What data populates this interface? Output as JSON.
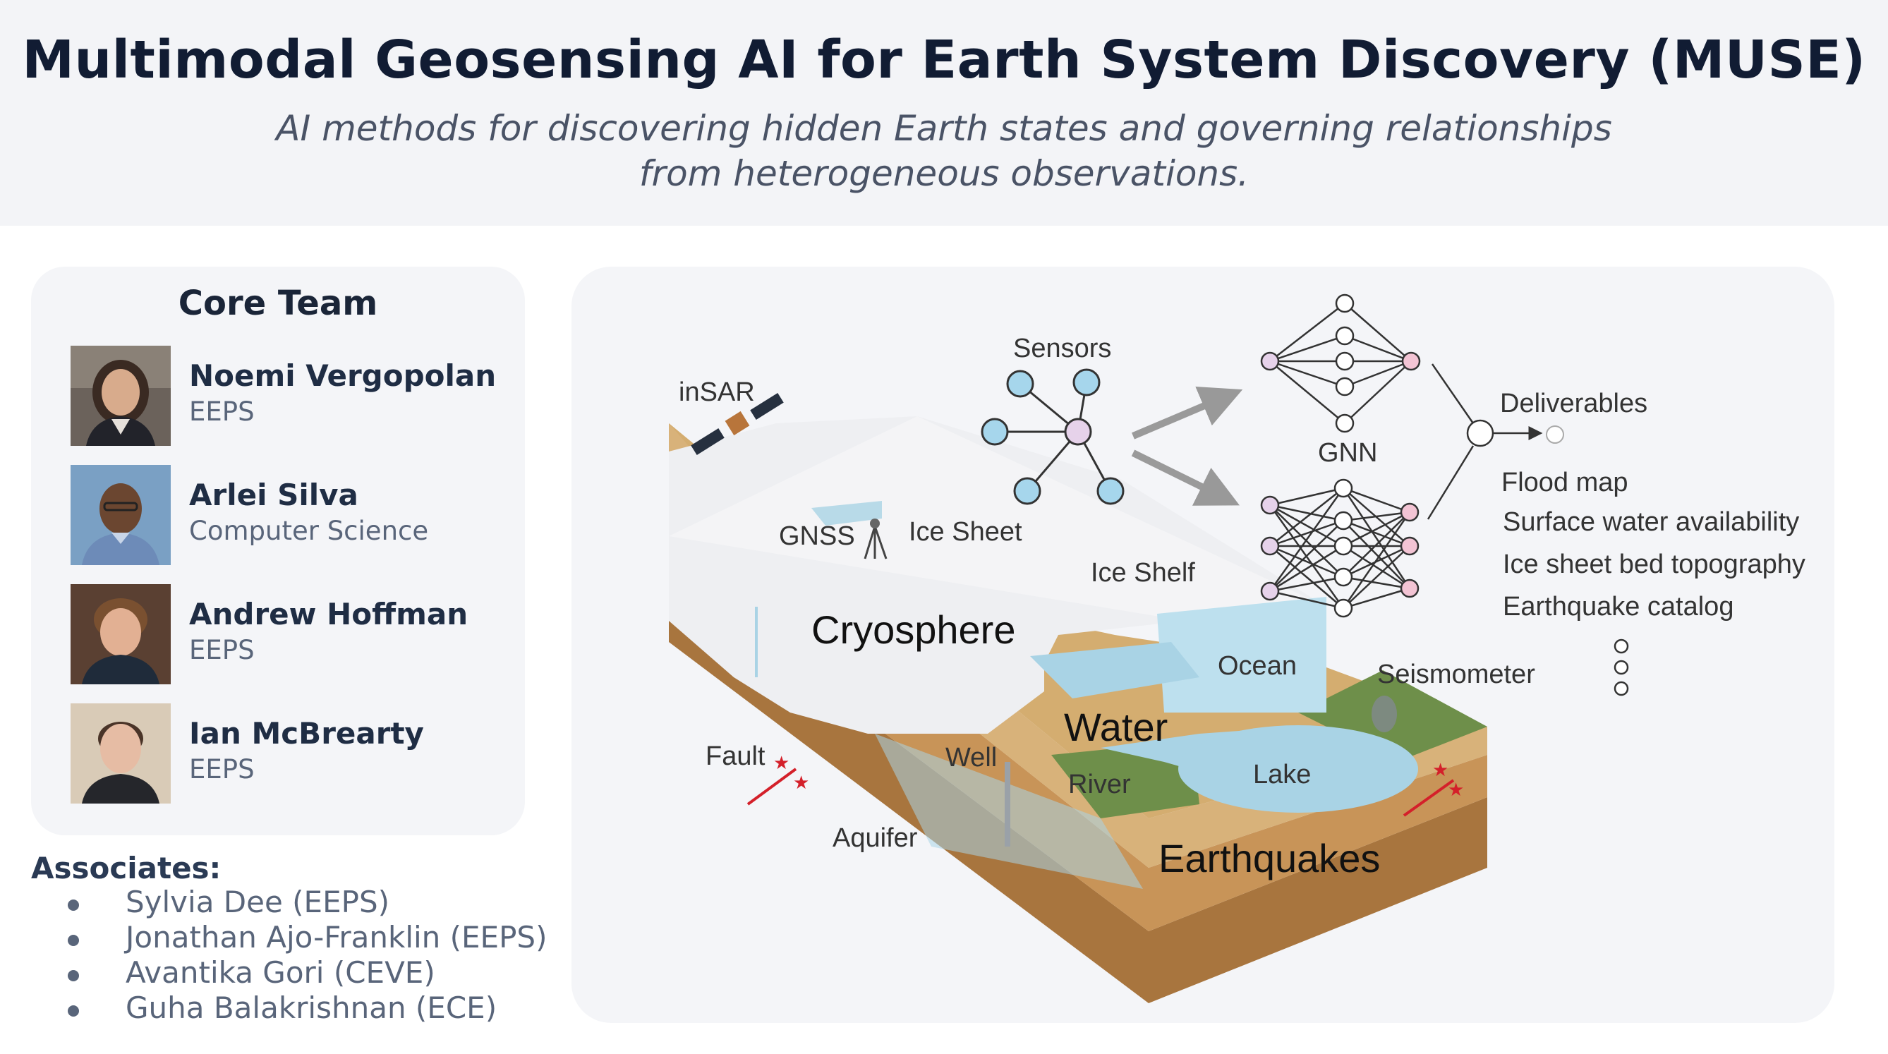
{
  "header": {
    "title": "Multimodal Geosensing AI for Earth System Discovery (MUSE)",
    "subtitle_line1": "AI methods for discovering hidden Earth states and governing relationships",
    "subtitle_line2": "from heterogeneous observations."
  },
  "team": {
    "title": "Core Team",
    "members": [
      {
        "name": "Noemi Vergopolan",
        "dept": "EEPS"
      },
      {
        "name": "Arlei Silva",
        "dept": "Computer Science"
      },
      {
        "name": "Andrew Hoffman",
        "dept": "EEPS"
      },
      {
        "name": "Ian McBrearty",
        "dept": "EEPS"
      }
    ]
  },
  "associates": {
    "title": "Associates:",
    "items": [
      "Sylvia Dee (EEPS)",
      "Jonathan Ajo-Franklin (EEPS)",
      "Avantika Gori (CEVE)",
      "Guha Balakrishnan (ECE)"
    ]
  },
  "diagram": {
    "labels": {
      "insar": "inSAR",
      "gnss": "GNSS",
      "ice_sheet": "Ice Sheet",
      "ice_shelf": "Ice Shelf",
      "cryosphere": "Cryosphere",
      "ocean": "Ocean",
      "seismometer": "Seismometer",
      "water": "Water",
      "fault": "Fault",
      "well": "Well",
      "river": "River",
      "lake": "Lake",
      "aquifer": "Aquifer",
      "earthquakes": "Earthquakes",
      "sensors": "Sensors",
      "gnn": "GNN",
      "deliverables": "Deliverables"
    },
    "deliverables": [
      "Flood map",
      "Surface water availability",
      "Ice sheet bed topography",
      "Earthquake catalog"
    ]
  },
  "colors": {
    "node_blue": "#a6d6ec",
    "node_pink": "#f3c4d4",
    "node_lilac": "#e6d2ea",
    "soil": "#d2a96a",
    "water": "#a9d3e5",
    "grass": "#6e8f4a",
    "ice": "#eeeff2",
    "quake_red": "#d4202a"
  }
}
